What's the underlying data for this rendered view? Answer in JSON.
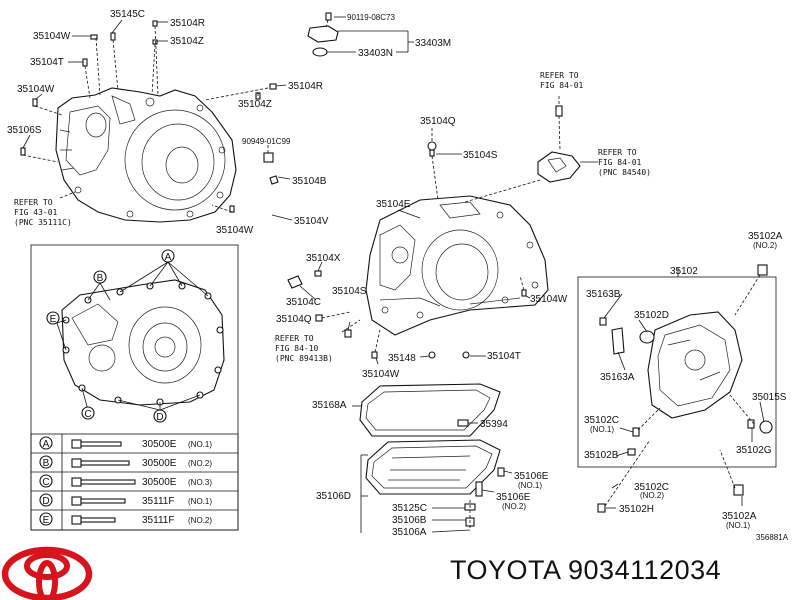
{
  "brand": "TOYOTA",
  "part_number": "9034112034",
  "footer_text": "TOYOTA 9034112034",
  "figure_code": "356881A",
  "labels": {
    "l35145C": "35145C",
    "l35104R_a": "35104R",
    "l35104W_a": "35104W",
    "l35104Z_a": "35104Z",
    "l35104T": "35104T",
    "l35104W_b": "35104W",
    "l35106S": "35106S",
    "l90119": "90119-08C73",
    "l33403M": "33403M",
    "l33403N": "33403N",
    "l35104R_b": "35104R",
    "l35104Z_b": "35104Z",
    "l90949": "90949-01C99",
    "l35104B": "35104B",
    "l35104V": "35104V",
    "l35104W_c": "35104W",
    "l35104Q_a": "35104Q",
    "l35104S_a": "35104S",
    "l35104E": "35104E",
    "l35104X": "35104X",
    "l35104C": "35104C",
    "l35104S_b": "35104S",
    "l35104Q_b": "35104Q",
    "l35148": "35148",
    "l35104T_b": "35104T",
    "l35104W_d": "35104W",
    "l35104W_e": "35104W",
    "l35102A_a": "35102A",
    "l35102A_a_no": "(NO.2)",
    "l35102": "35102",
    "l35163B": "35163B",
    "l35102D": "35102D",
    "l35163A": "35163A",
    "l35015S": "35015S",
    "l35102C_a": "35102C",
    "l35102C_a_no": "(NO.1)",
    "l35102B": "35102B",
    "l35102G": "35102G",
    "l35102C_b": "35102C",
    "l35102C_b_no": "(NO.2)",
    "l35102H": "35102H",
    "l35102A_b": "35102A",
    "l35102A_b_no": "(NO.1)",
    "l35168A": "35168A",
    "l35394": "35394",
    "l35106E_a": "35106E",
    "l35106E_a_no": "(NO.1)",
    "l35106D": "35106D",
    "l35106E_b": "35106E",
    "l35106E_b_no": "(NO.2)",
    "l35125C": "35125C",
    "l35106B": "35106B",
    "l35106A": "35106A"
  },
  "refs": {
    "r1": [
      "REFER TO",
      "FIG 43-01",
      "(PNC 35111C)"
    ],
    "r2": [
      "REFER TO",
      "FIG 84-01"
    ],
    "r3": [
      "REFER TO",
      "FIG 84-01",
      "(PNC 84540)"
    ],
    "r4": [
      "REFER TO",
      "FIG 84-10",
      "(PNC 89413B)"
    ]
  },
  "callouts": [
    "A",
    "B",
    "C",
    "D",
    "E"
  ],
  "bolt_table": [
    {
      "key": "A",
      "part": "30500E",
      "no": "(NO.1)"
    },
    {
      "key": "B",
      "part": "30500E",
      "no": "(NO.2)"
    },
    {
      "key": "C",
      "part": "30500E",
      "no": "(NO.3)"
    },
    {
      "key": "D",
      "part": "35111F",
      "no": "(NO.1)"
    },
    {
      "key": "E",
      "part": "35111F",
      "no": "(NO.2)"
    }
  ],
  "colors": {
    "logo_red": "#d7141d",
    "line": "#111111"
  }
}
